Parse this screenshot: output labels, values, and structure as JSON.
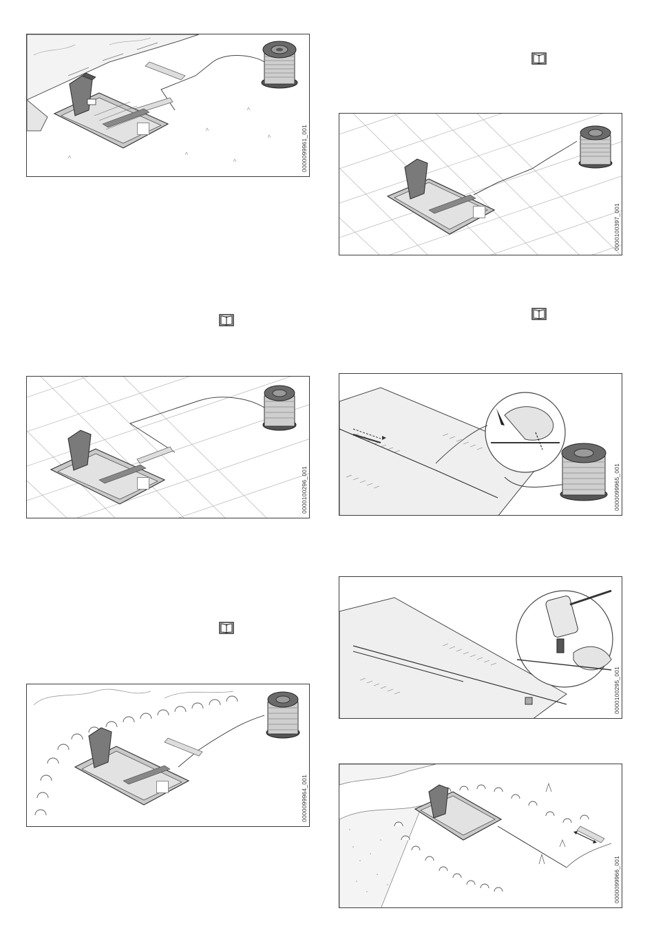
{
  "figures": [
    {
      "id": "0000099961_001"
    },
    {
      "id": "0000100397_001"
    },
    {
      "id": "0000100296_001"
    },
    {
      "id": "0000099965_001"
    },
    {
      "id": "0000100295_001"
    },
    {
      "id": "0000099964_001"
    },
    {
      "id": "0000099966_001"
    }
  ],
  "icons": {
    "reference": "book-icon"
  },
  "colors": {
    "line": "#3a3a3a",
    "fill_dark": "#6b6b6b",
    "fill_mid": "#9a9a9a",
    "fill_light": "#d4d4d4",
    "background": "#ffffff"
  }
}
